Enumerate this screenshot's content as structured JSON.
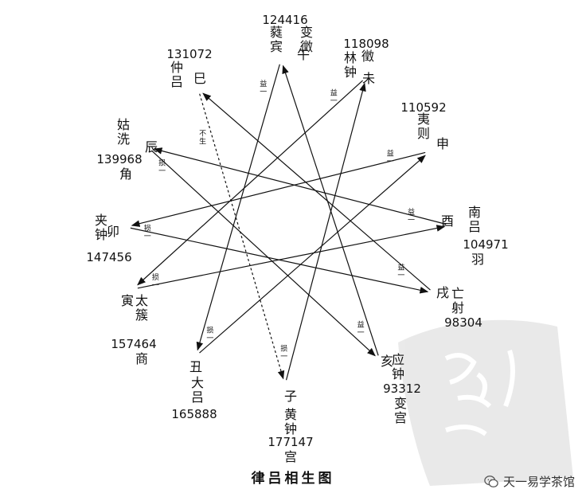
{
  "title": "律吕相生图",
  "watermark": {
    "text": "天一易学茶馆",
    "icon": "wechat-icon"
  },
  "nodes": [
    {
      "id": "zi",
      "branch": "子",
      "lu": "黄钟",
      "num": "177147",
      "note": "宫"
    },
    {
      "id": "chou",
      "branch": "丑",
      "lu": "大吕",
      "num": "165888",
      "note": ""
    },
    {
      "id": "yin",
      "branch": "寅",
      "lu": "太簇",
      "num": "157464",
      "note": "商"
    },
    {
      "id": "mao",
      "branch": "卯",
      "lu": "夹钟",
      "num": "147456",
      "note": ""
    },
    {
      "id": "chen",
      "branch": "辰",
      "lu": "姑洗",
      "num": "139968",
      "note": "角"
    },
    {
      "id": "si",
      "branch": "巳",
      "lu": "仲吕",
      "num": "131072",
      "note": ""
    },
    {
      "id": "wu",
      "branch": "午",
      "lu": "蕤宾",
      "num": "124416",
      "note": "变徵"
    },
    {
      "id": "wei",
      "branch": "未",
      "lu": "林钟",
      "num": "118098",
      "note": "徵"
    },
    {
      "id": "shen",
      "branch": "申",
      "lu": "夷则",
      "num": "110592",
      "note": ""
    },
    {
      "id": "you",
      "branch": "酉",
      "lu": "南吕",
      "num": "104971",
      "note": "羽"
    },
    {
      "id": "xu",
      "branch": "戌",
      "lu": "亡射",
      "num": "98304",
      "note": ""
    },
    {
      "id": "hai",
      "branch": "亥",
      "lu": "应钟",
      "num": "93312",
      "note": "变宫"
    }
  ],
  "edges": [
    {
      "from": "zi",
      "to": "wei",
      "label": "损一",
      "dashed": false
    },
    {
      "from": "wei",
      "to": "yin",
      "label": "益一",
      "dashed": false
    },
    {
      "from": "yin",
      "to": "you",
      "label": "损一",
      "dashed": false
    },
    {
      "from": "you",
      "to": "chen",
      "label": "益一",
      "dashed": false
    },
    {
      "from": "chen",
      "to": "hai",
      "label": "损一",
      "dashed": false
    },
    {
      "from": "hai",
      "to": "wu",
      "label": "益一",
      "dashed": false
    },
    {
      "from": "wu",
      "to": "chou",
      "label": "益一",
      "dashed": false
    },
    {
      "from": "chou",
      "to": "shen",
      "label": "损一",
      "dashed": false
    },
    {
      "from": "shen",
      "to": "mao",
      "label": "益一",
      "dashed": false
    },
    {
      "from": "mao",
      "to": "xu",
      "label": "损一",
      "dashed": false
    },
    {
      "from": "xu",
      "to": "si",
      "label": "益一",
      "dashed": false
    },
    {
      "from": "si",
      "to": "zi",
      "label": "不生",
      "dashed": true
    }
  ]
}
